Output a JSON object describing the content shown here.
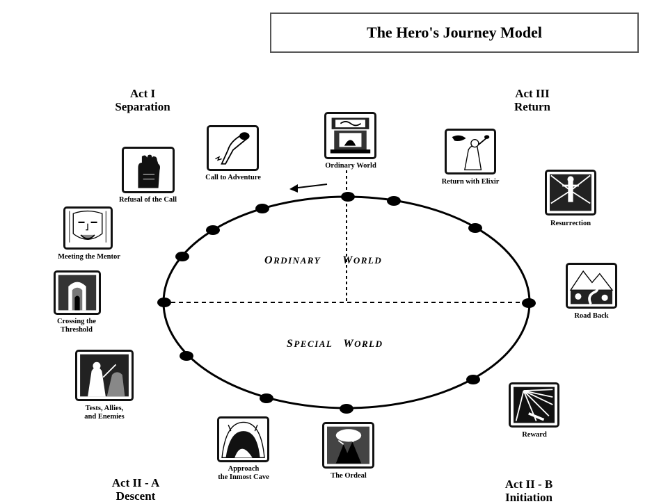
{
  "title": "The Hero's Journey Model",
  "acts": {
    "act1": {
      "line1": "Act I",
      "line2": "Separation"
    },
    "act3": {
      "line1": "Act III",
      "line2": "Return"
    },
    "act2a": {
      "line1": "Act II - A",
      "line2": "Descent"
    },
    "act2b": {
      "line1": "Act II - B",
      "line2": "Initiation"
    }
  },
  "worlds": {
    "ordinary": {
      "first_initial": "O",
      "first_rest": "RDINARY",
      "second_initial": "W",
      "second_rest": "ORLD"
    },
    "special": {
      "first_initial": "S",
      "first_rest": "PECIAL",
      "second_initial": "W",
      "second_rest": "ORLD"
    }
  },
  "stages": [
    {
      "id": "ordinary-world",
      "line1": "Ordinary World",
      "line2": "",
      "icon": "hearth-icon"
    },
    {
      "id": "call-to-adventure",
      "line1": "Call to Adventure",
      "line2": "",
      "icon": "horn-icon"
    },
    {
      "id": "refusal-of-the-call",
      "line1": "Refusal of the Call",
      "line2": "",
      "icon": "raised-hand-icon"
    },
    {
      "id": "meeting-the-mentor",
      "line1": "Meeting the Mentor",
      "line2": "",
      "icon": "mentor-face-icon"
    },
    {
      "id": "crossing-the-threshold",
      "line1": "Crossing the",
      "line2": "Threshold",
      "icon": "gateway-icon"
    },
    {
      "id": "tests-allies-enemies",
      "line1": "Tests, Allies,",
      "line2": "and Enemies",
      "icon": "figures-icon"
    },
    {
      "id": "approach-inmost-cave",
      "line1": "Approach",
      "line2": "the Inmost Cave",
      "icon": "cave-icon"
    },
    {
      "id": "the-ordeal",
      "line1": "The Ordeal",
      "line2": "",
      "icon": "struggle-icon"
    },
    {
      "id": "reward",
      "line1": "Reward",
      "line2": "",
      "icon": "sword-rays-icon"
    },
    {
      "id": "road-back",
      "line1": "Road Back",
      "line2": "",
      "icon": "mountain-road-icon"
    },
    {
      "id": "resurrection",
      "line1": "Resurrection",
      "line2": "",
      "icon": "rising-figure-icon"
    },
    {
      "id": "return-with-elixir",
      "line1": "Return with Elixir",
      "line2": "",
      "icon": "elixir-icon"
    }
  ]
}
